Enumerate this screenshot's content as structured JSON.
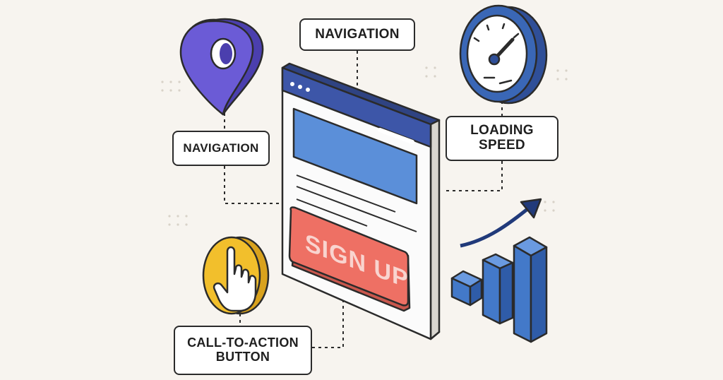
{
  "labels": {
    "navigation_top": "NAVIGATION",
    "navigation_left": "NAVIGATION",
    "loading_speed": "LOADING\nSPEED",
    "cta": "CALL-TO-ACTION\nBUTTON"
  },
  "browser_window": {
    "cta_button_text": "SIGN UP"
  },
  "icons": {
    "pin": "location-pin-icon",
    "speedometer": "speedometer-icon",
    "click": "pointer-hand-icon",
    "growth": "bar-chart-growth-icon"
  },
  "colors": {
    "background": "#f7f4ef",
    "pin_purple": "#6b5bd6",
    "browser_header": "#3d56a8",
    "hero_blue": "#5b8fd9",
    "cta_red": "#ee7064",
    "gauge_blue": "#3a67b6",
    "coin_yellow": "#f2bf2c",
    "bars_blue": "#4379c9"
  }
}
